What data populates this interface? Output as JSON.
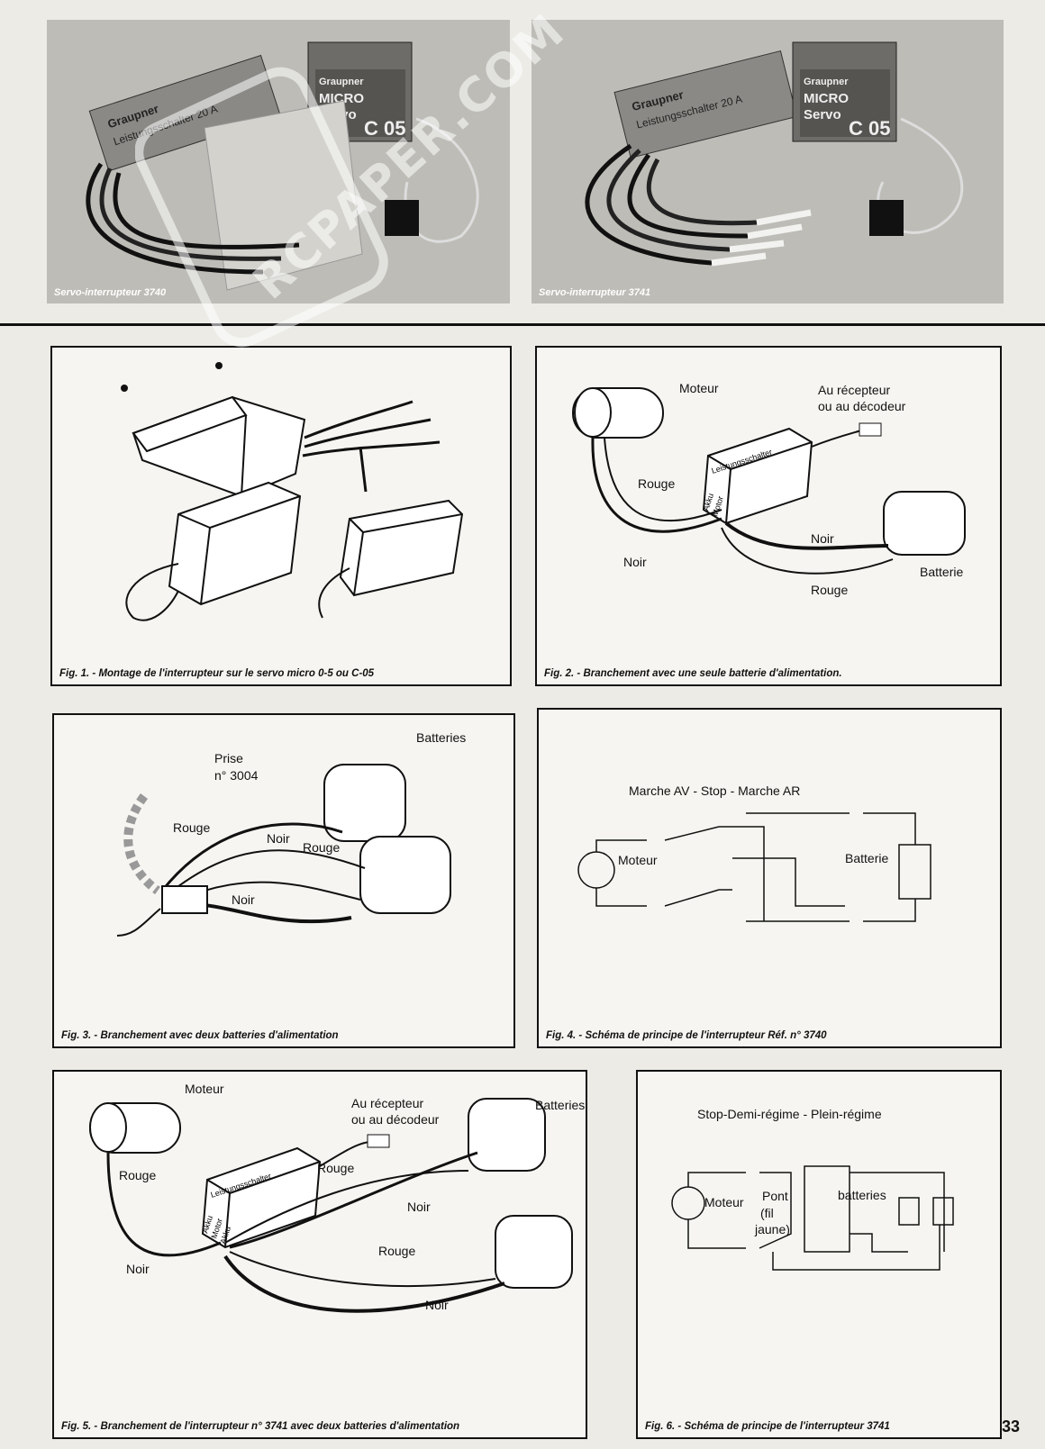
{
  "photos": [
    {
      "caption": "Servo-interrupteur 3740"
    },
    {
      "caption": "Servo-interrupteur 3741"
    }
  ],
  "photo_device_text": {
    "brand": "Graupner",
    "switch_label": "Leistungsschalter 20 A",
    "servo_line1": "MICRO",
    "servo_line2": "Servo",
    "servo_model": "C 05"
  },
  "watermark": "RCPAPER.COM",
  "figures": {
    "fig1": {
      "caption": "Fig. 1. - Montage de l'interrupteur sur le servo micro 0-5 ou C-05"
    },
    "fig2": {
      "caption": "Fig. 2. - Branchement avec une seule batterie d'alimentation.",
      "moteur": "Moteur",
      "recepteur_1": "Au récepteur",
      "recepteur_2": "ou au décodeur",
      "rouge_1": "Rouge",
      "noir_1": "Noir",
      "noir_2": "Noir",
      "batterie": "Batterie",
      "rouge_2": "Rouge",
      "device": "Leistungsschalter",
      "akku": "Akku",
      "motor": "Motor"
    },
    "fig3": {
      "caption": "Fig. 3. - Branchement avec deux batteries d'alimentation",
      "prise_1": "Prise",
      "prise_2": "n° 3004",
      "batteries": "Batteries",
      "rouge_1": "Rouge",
      "noir_1": "Noir",
      "rouge_2": "Rouge",
      "noir_2": "Noir"
    },
    "fig4": {
      "caption": "Fig. 4. - Schéma de principe de l'interrupteur Réf. n° 3740",
      "title": "Marche AV - Stop - Marche AR",
      "moteur": "Moteur",
      "batterie": "Batterie"
    },
    "fig5": {
      "caption": "Fig. 5. - Branchement de l'interrupteur n° 3741 avec deux batteries d'alimentation",
      "moteur": "Moteur",
      "recepteur_1": "Au récepteur",
      "recepteur_2": "ou au décodeur",
      "batteries": "Batteries",
      "rouge_1": "Rouge",
      "rouge_2": "Rouge",
      "noir_1": "Noir",
      "rouge_3": "Rouge",
      "noir_2": "Noir",
      "noir_3": "Noir",
      "device": "Leistungsschalter",
      "akku1": "Akku",
      "motor": "Motor",
      "akku2": "Akku"
    },
    "fig6": {
      "caption": "Fig. 6. - Schéma de principe de l'interrupteur 3741",
      "title": "Stop-Demi-régime - Plein-régime",
      "moteur": "Moteur",
      "pont_1": "Pont",
      "pont_2": "(fil",
      "pont_3": "jaune)",
      "batteries": "batteries"
    }
  },
  "page_number": "33"
}
